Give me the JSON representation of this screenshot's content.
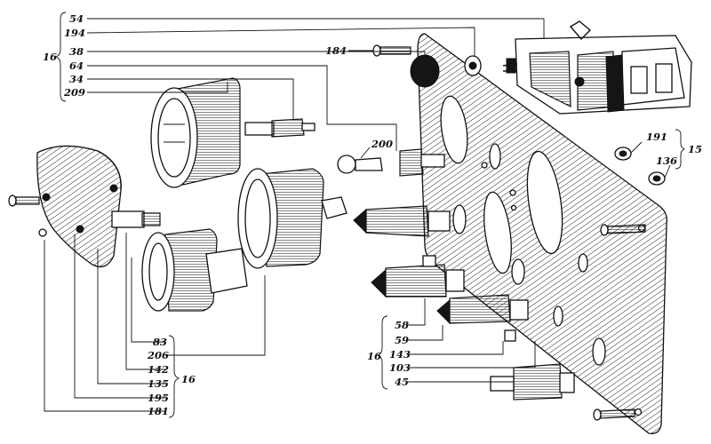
{
  "group_left_top": {
    "bracket_number": "16",
    "labels": [
      "54",
      "194",
      "38",
      "64",
      "34",
      "209"
    ]
  },
  "single_labels": {
    "label_184": "184",
    "label_200": "200"
  },
  "group_right": {
    "bracket_number": "15",
    "labels": [
      "191",
      "136"
    ]
  },
  "group_bottom_left": {
    "bracket_number": "16",
    "labels": [
      "83",
      "206",
      "142",
      "135",
      "195",
      "181"
    ]
  },
  "group_bottom_mid": {
    "bracket_number": "16",
    "labels": [
      "58",
      "59",
      "143",
      "103",
      "45"
    ]
  }
}
